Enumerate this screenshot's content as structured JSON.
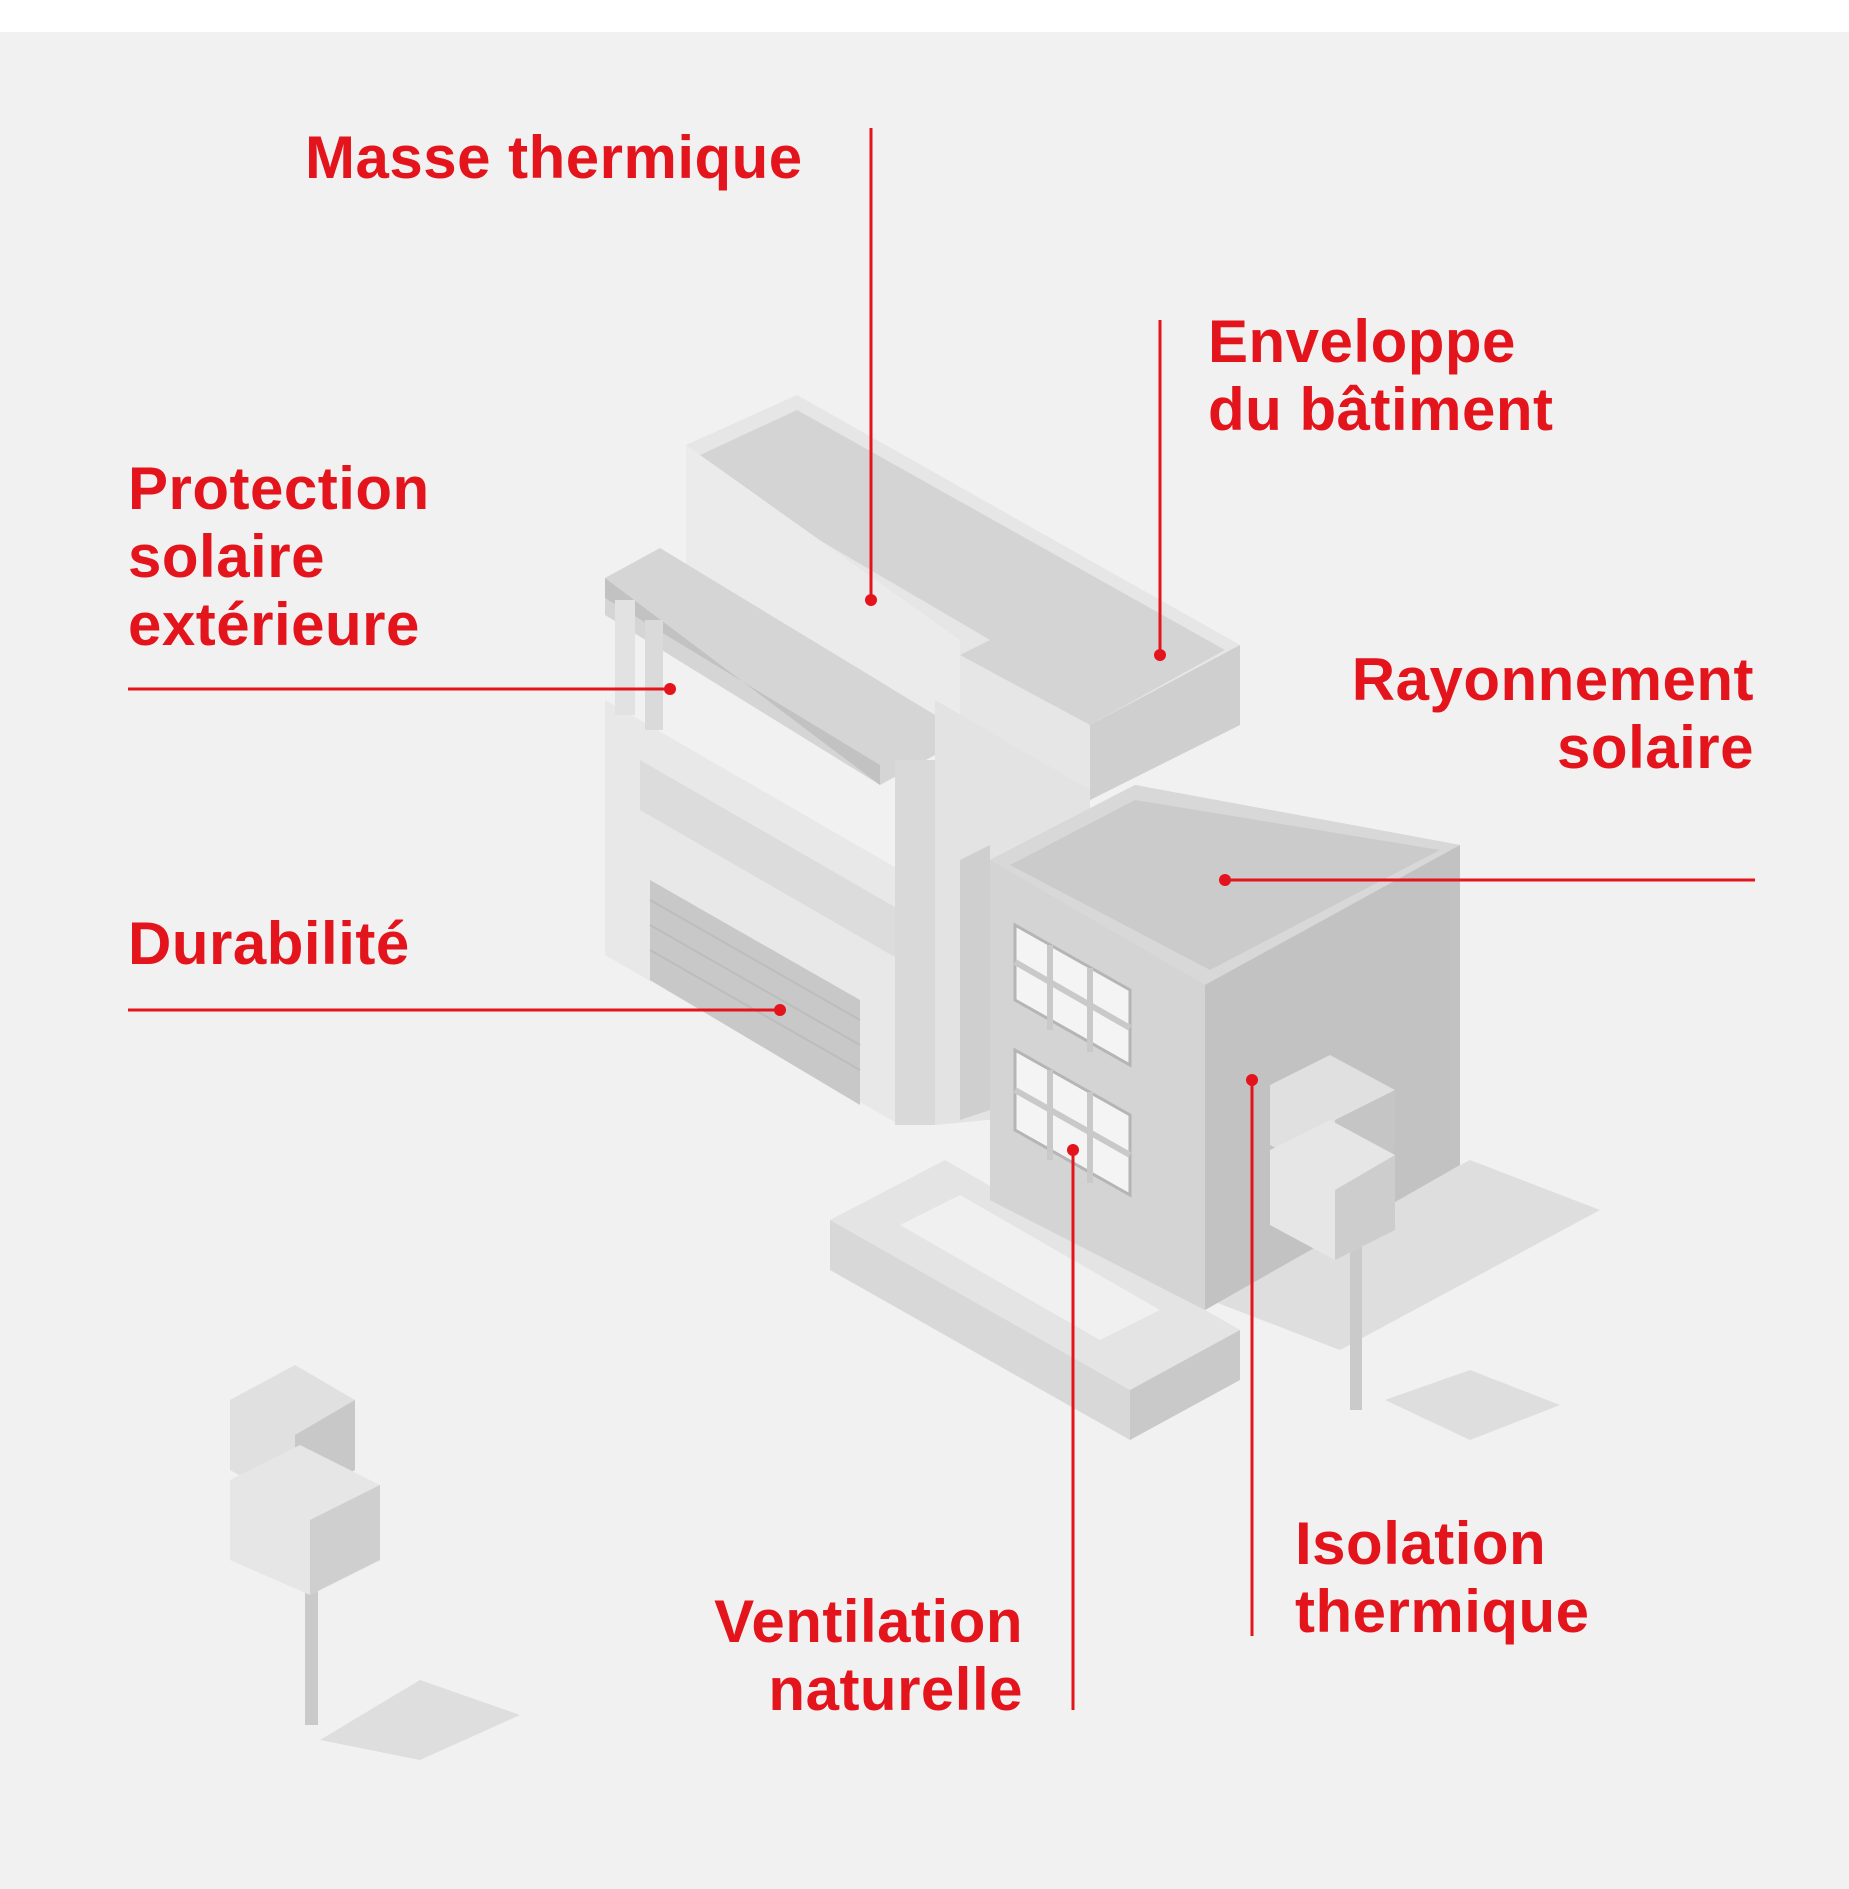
{
  "accent_color": "#e3141c",
  "labels": {
    "masse_thermique": [
      "Masse thermique"
    ],
    "enveloppe": [
      "Enveloppe",
      "du bâtiment"
    ],
    "protection_solaire": [
      "Protection",
      "solaire",
      "extérieure"
    ],
    "rayonnement_solaire": [
      "Rayonnement",
      "solaire"
    ],
    "durabilite": [
      "Durabilité"
    ],
    "isolation_thermique": [
      "Isolation",
      "thermique"
    ],
    "ventilation_naturelle": [
      "Ventilation",
      "naturelle"
    ]
  }
}
